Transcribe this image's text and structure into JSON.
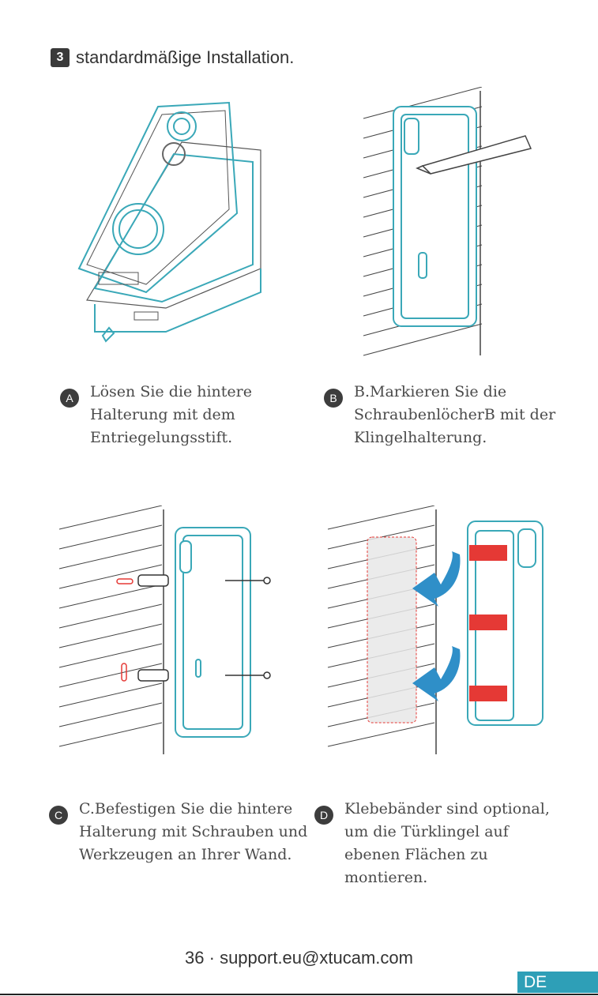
{
  "header": {
    "step_number": "3",
    "title": "standardmäßige Installation."
  },
  "steps": [
    {
      "letter": "A",
      "lines": [
        "Lösen Sie die hintere",
        "Halterung mit dem",
        "Entriegelungsstift."
      ]
    },
    {
      "letter": "B",
      "lines": [
        "B.Markieren Sie die",
        "SchraubenlöcherB mit der",
        "Klingelhalterung."
      ]
    },
    {
      "letter": "C",
      "lines": [
        "C.Befestigen Sie die hintere",
        "Halterung mit Schrauben und",
        "Werkzeugen an Ihrer Wand."
      ]
    },
    {
      "letter": "D",
      "lines": [
        "Klebebänder sind optional,",
        "um die Türklingel auf",
        "ebenen Flächen zu",
        "montieren."
      ]
    }
  ],
  "footer": {
    "text": "36 · support.eu@xtucam.com",
    "language": "DE"
  },
  "colors": {
    "accent": "#2e9fb7",
    "outline": "#3aa8b8",
    "tape": "#e53935",
    "arrow": "#2f8fc8"
  }
}
